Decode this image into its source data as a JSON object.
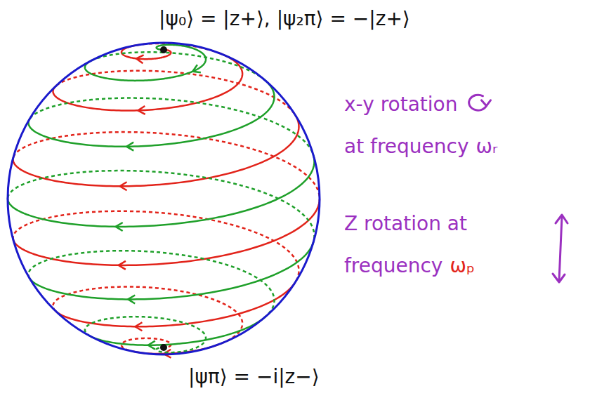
{
  "diagram": {
    "labels": [
      "|ψ₀⟩ = |z+⟩, |ψ₂π⟩ = −|z+⟩",
      "x-y rotation",
      "at frequency",
      "ωᵣ",
      "Z rotation at",
      "frequency",
      "ωₚ",
      "|ψπ⟩ = −i|z−⟩"
    ]
  }
}
